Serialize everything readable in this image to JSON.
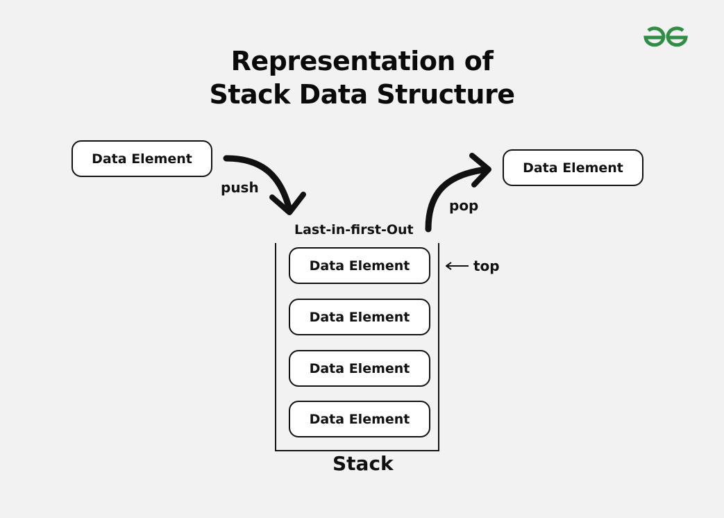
{
  "title": {
    "line1": "Representation of",
    "line2": "Stack Data Structure"
  },
  "logo": {
    "icon": "geeksforgeeks-logo-icon",
    "color": "#2f8d46"
  },
  "push_element": {
    "label": "Data Element"
  },
  "pop_element": {
    "label": "Data Element"
  },
  "push_label": "push",
  "pop_label": "pop",
  "lifo_label": "Last-in-first-Out",
  "top_label": "top",
  "stack_label": "Stack",
  "stack_items": [
    {
      "label": "Data Element"
    },
    {
      "label": "Data Element"
    },
    {
      "label": "Data Element"
    },
    {
      "label": "Data Element"
    }
  ],
  "colors": {
    "background": "#f2f2f2",
    "stroke": "#111111",
    "box_fill": "#ffffff"
  }
}
